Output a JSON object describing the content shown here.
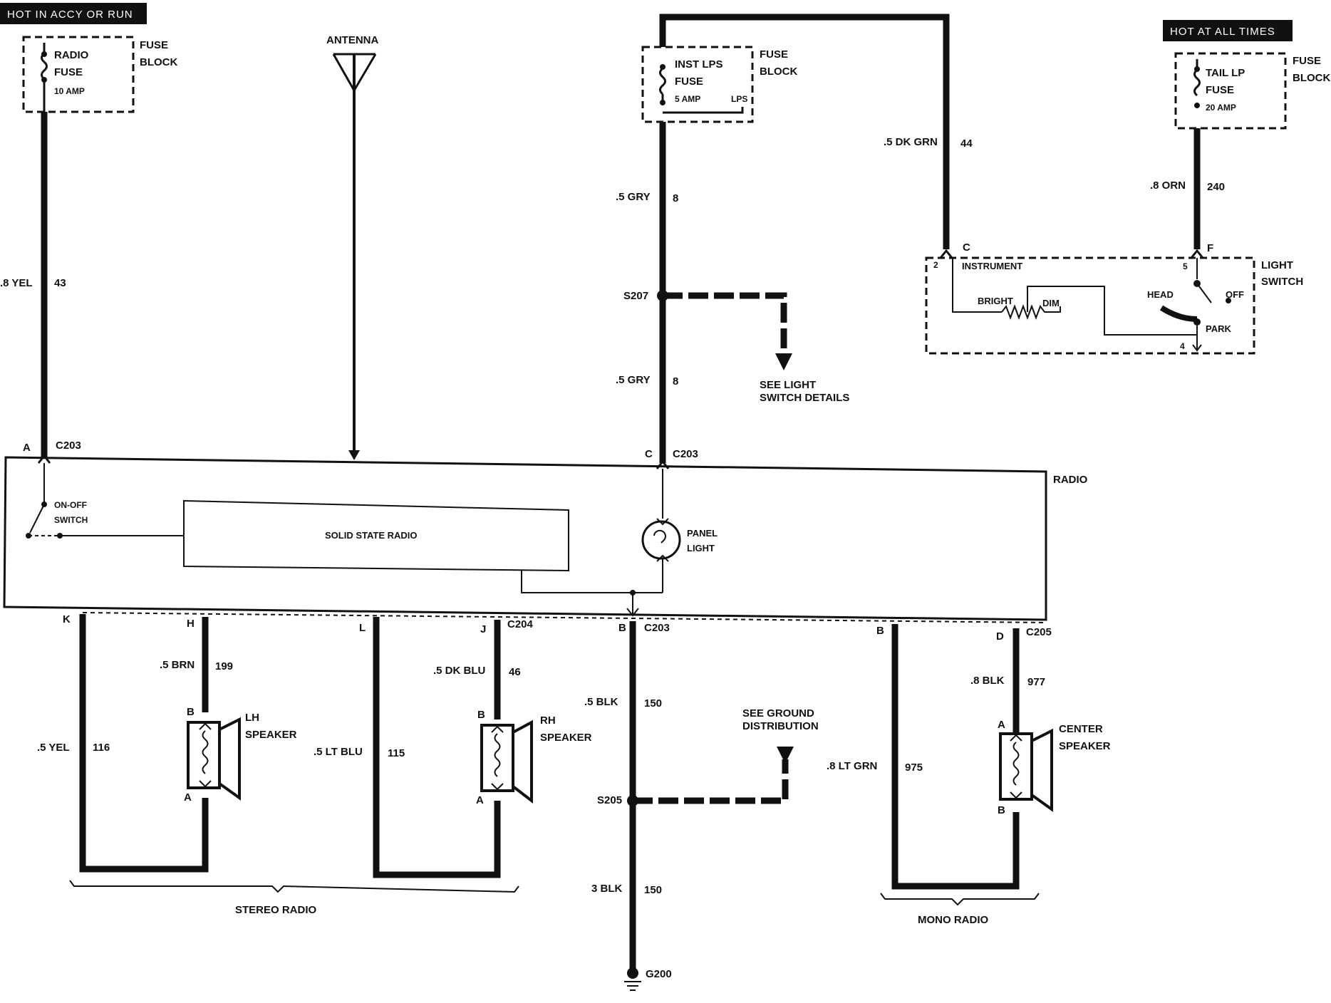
{
  "banners": {
    "left": "HOT IN ACCY OR RUN",
    "right": "HOT AT ALL TIMES"
  },
  "fuses": {
    "radio": {
      "name_line1": "RADIO",
      "name_line2": "FUSE",
      "rating": "10 AMP",
      "block_line1": "FUSE",
      "block_line2": "BLOCK"
    },
    "inst": {
      "name_line1": "INST LPS",
      "name_line2": "FUSE",
      "rating": "5 AMP",
      "extra": "LPS",
      "block_line1": "FUSE",
      "block_line2": "BLOCK"
    },
    "tail": {
      "name_line1": "TAIL LP",
      "name_line2": "FUSE",
      "rating": "20 AMP",
      "block_line1": "FUSE",
      "block_line2": "BLOCK"
    }
  },
  "antenna": "ANTENNA",
  "wires": {
    "yel43": {
      "size_color": ".8 YEL",
      "circuit": "43"
    },
    "gry8_top": {
      "size_color": ".5 GRY",
      "circuit": "8"
    },
    "gry8_bottom": {
      "size_color": ".5 GRY",
      "circuit": "8"
    },
    "dkgrn44": {
      "size_color": ".5 DK GRN",
      "circuit": "44"
    },
    "orn240": {
      "size_color": ".8 ORN",
      "circuit": "240"
    },
    "yel116": {
      "size_color": ".5 YEL",
      "circuit": "116"
    },
    "brn199": {
      "size_color": ".5 BRN",
      "circuit": "199"
    },
    "ltblu115": {
      "size_color": ".5 LT BLU",
      "circuit": "115"
    },
    "dkblu46": {
      "size_color": ".5 DK BLU",
      "circuit": "46"
    },
    "blk150_top": {
      "size_color": ".5 BLK",
      "circuit": "150"
    },
    "blk150_bottom": {
      "size_color": "3 BLK",
      "circuit": "150"
    },
    "ltgrn975": {
      "size_color": ".8 LT GRN",
      "circuit": "975"
    },
    "blk977": {
      "size_color": ".8 BLK",
      "circuit": "977"
    }
  },
  "splices": {
    "s207": "S207",
    "s205": "S205"
  },
  "ground": "G200",
  "references": {
    "light_switch_line1": "SEE LIGHT",
    "light_switch_line2": "SWITCH DETAILS",
    "ground_line1": "SEE GROUND",
    "ground_line2": "DISTRIBUTION"
  },
  "light_switch": {
    "title_line1": "LIGHT",
    "title_line2": "SWITCH",
    "instrument": "INSTRUMENT",
    "bright": "BRIGHT",
    "dim": "DIM",
    "head": "HEAD",
    "off": "OFF",
    "park": "PARK",
    "pin_c": "C",
    "pin_f": "F",
    "pin_2": "2",
    "pin_5": "5",
    "pin_4": "4"
  },
  "radio": {
    "title": "RADIO",
    "onoff_line1": "ON-OFF",
    "onoff_line2": "SWITCH",
    "solid_state": "SOLID STATE RADIO",
    "panel_line1": "PANEL",
    "panel_line2": "LIGHT"
  },
  "connectors": {
    "c203_a": "C203",
    "pin_a": "A",
    "c203_c": "C203",
    "pin_c": "C",
    "c203_b": "C203",
    "pin_b": "B",
    "c204": "C204",
    "c205": "C205",
    "pin_k": "K",
    "pin_h": "H",
    "pin_l": "L",
    "pin_j": "J",
    "pin_b2": "B",
    "pin_d": "D"
  },
  "speakers": {
    "lh_line1": "LH",
    "lh_line2": "SPEAKER",
    "rh_line1": "RH",
    "rh_line2": "SPEAKER",
    "center_line1": "CENTER",
    "center_line2": "SPEAKER",
    "pin_b": "B",
    "pin_a": "A"
  },
  "groups": {
    "stereo": "STEREO RADIO",
    "mono": "MONO RADIO"
  }
}
